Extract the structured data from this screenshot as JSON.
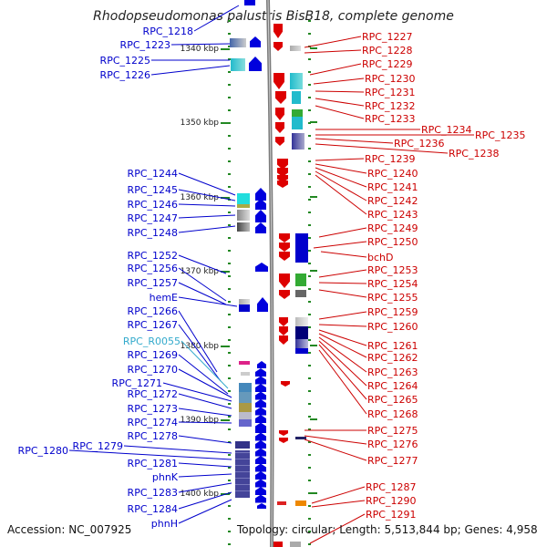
{
  "title": "Rhodopseudomonas palustris BisB18, complete genome",
  "accession": "Accession: NC_007925",
  "summary": "Topology: circular; Length: 5,513,844 bp; Genes: 4,958",
  "colors": {
    "left_label": "#0000cc",
    "right_label": "#cc0000",
    "rna_label": "#33aacc",
    "backbone": "#888888",
    "tick": "#228822"
  },
  "kbp_labels": [
    "1340 kbp",
    "1350 kbp",
    "1360 kbp",
    "1370 kbp",
    "1380 kbp",
    "1390 kbp",
    "1400 kbp"
  ],
  "left_genes": [
    "RPC_1218",
    "RPC_1223",
    "RPC_1225",
    "RPC_1226",
    "RPC_1244",
    "RPC_1245",
    "RPC_1246",
    "RPC_1247",
    "RPC_1248",
    "RPC_1252",
    "RPC_1256",
    "RPC_1257",
    "hemE",
    "RPC_1266",
    "RPC_1267",
    "RPC_R0055",
    "RPC_1269",
    "RPC_1270",
    "RPC_1271",
    "RPC_1272",
    "RPC_1273",
    "RPC_1274",
    "RPC_1278",
    "RPC_1279",
    "RPC_1280",
    "RPC_1281",
    "phnK",
    "RPC_1283",
    "RPC_1284",
    "phnH"
  ],
  "right_genes": [
    "RPC_1227",
    "RPC_1228",
    "RPC_1229",
    "RPC_1230",
    "RPC_1231",
    "RPC_1232",
    "RPC_1233",
    "RPC_1234",
    "RPC_1235",
    "RPC_1236",
    "RPC_1238",
    "RPC_1239",
    "RPC_1240",
    "RPC_1241",
    "RPC_1242",
    "RPC_1243",
    "RPC_1249",
    "RPC_1250",
    "bchD",
    "RPC_1253",
    "RPC_1254",
    "RPC_1255",
    "RPC_1259",
    "RPC_1260",
    "RPC_1261",
    "RPC_1262",
    "RPC_1263",
    "RPC_1264",
    "RPC_1265",
    "RPC_1268",
    "RPC_1275",
    "RPC_1276",
    "RPC_1277",
    "RPC_1287",
    "RPC_1290",
    "RPC_1291"
  ]
}
